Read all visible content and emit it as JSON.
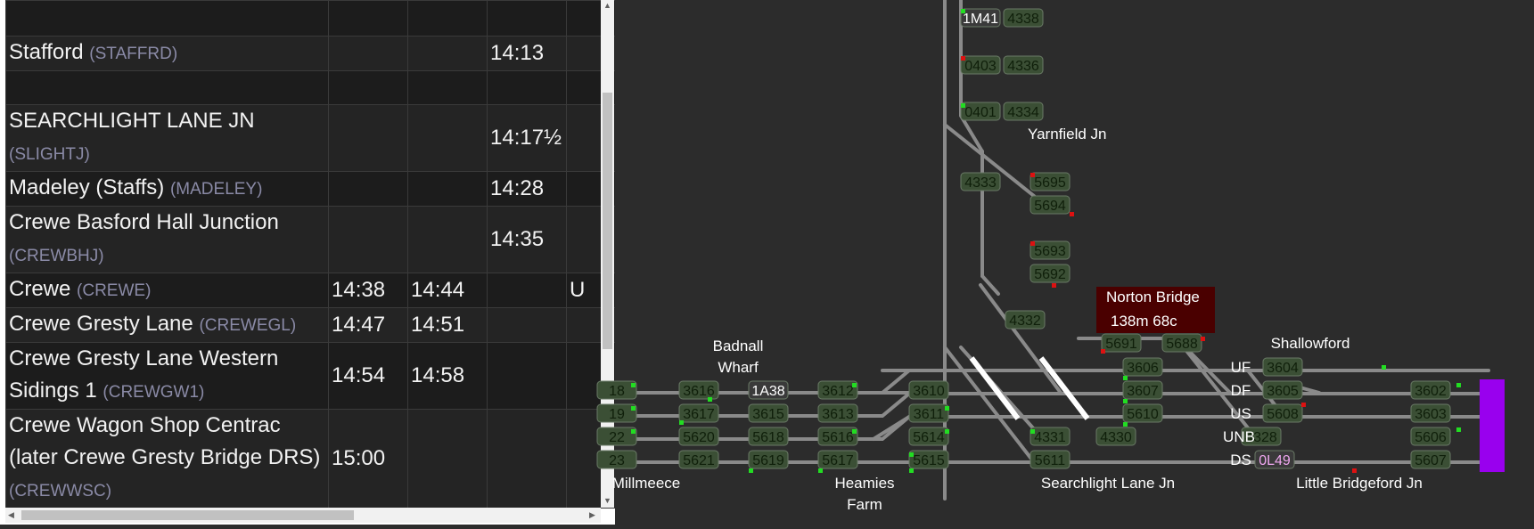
{
  "timetable": {
    "rows": [
      {
        "name": "",
        "code": "",
        "arr": "",
        "dep": "",
        "pass": "",
        "extra": ""
      },
      {
        "name": "Stafford",
        "code": "(STAFFRD)",
        "arr": "",
        "dep": "",
        "pass": "14:13",
        "extra": ""
      },
      {
        "name": "",
        "code": "",
        "arr": "",
        "dep": "",
        "pass": "",
        "extra": ""
      },
      {
        "name": "SEARCHLIGHT LANE JN",
        "code": "(SLIGHTJ)",
        "arr": "",
        "dep": "",
        "pass": "14:17½",
        "extra": ""
      },
      {
        "name": "Madeley (Staffs)",
        "code": "(MADELEY)",
        "arr": "",
        "dep": "",
        "pass": "14:28",
        "extra": ""
      },
      {
        "name": "Crewe Basford Hall Junction",
        "code": "(CREWBHJ)",
        "arr": "",
        "dep": "",
        "pass": "14:35",
        "extra": ""
      },
      {
        "name": "Crewe",
        "code": "(CREWE)",
        "arr": "14:38",
        "dep": "14:44",
        "pass": "",
        "extra": "U"
      },
      {
        "name": "Crewe Gresty Lane",
        "code": "(CREWEGL)",
        "arr": "14:47",
        "dep": "14:51",
        "pass": "",
        "extra": ""
      },
      {
        "name": "Crewe Gresty Lane Western Sidings 1",
        "code": "(CREWGW1)",
        "arr": "14:54",
        "dep": "14:58",
        "pass": "",
        "extra": ""
      },
      {
        "name": "Crewe Wagon Shop Centrac (later Crewe Gresty Bridge DRS)",
        "code": "(CREWWSC)",
        "arr": "15:00",
        "dep": "",
        "pass": "",
        "extra": ""
      }
    ]
  },
  "signalbox": {
    "berths": [
      {
        "id": "1M41",
        "kind": "train"
      },
      {
        "id": "4338",
        "kind": "empty"
      },
      {
        "id": "0403",
        "kind": "empty"
      },
      {
        "id": "4336",
        "kind": "empty"
      },
      {
        "id": "0401",
        "kind": "empty"
      },
      {
        "id": "4334",
        "kind": "empty"
      },
      {
        "id": "4333",
        "kind": "empty"
      },
      {
        "id": "5695",
        "kind": "empty"
      },
      {
        "id": "5694",
        "kind": "empty"
      },
      {
        "id": "5693",
        "kind": "empty"
      },
      {
        "id": "5692",
        "kind": "empty"
      },
      {
        "id": "4332",
        "kind": "empty"
      },
      {
        "id": "5691",
        "kind": "empty"
      },
      {
        "id": "5688",
        "kind": "empty"
      },
      {
        "id": "3606",
        "kind": "empty"
      },
      {
        "id": "3604",
        "kind": "empty"
      },
      {
        "id": "3607",
        "kind": "empty"
      },
      {
        "id": "3605",
        "kind": "empty"
      },
      {
        "id": "5610",
        "kind": "empty"
      },
      {
        "id": "5608",
        "kind": "empty"
      },
      {
        "id": "4331",
        "kind": "empty"
      },
      {
        "id": "4330",
        "kind": "empty"
      },
      {
        "id": "4328",
        "kind": "empty"
      },
      {
        "id": "5611",
        "kind": "empty"
      },
      {
        "id": "0L49",
        "kind": "train-pink"
      },
      {
        "id": "3602",
        "kind": "empty"
      },
      {
        "id": "3603",
        "kind": "empty"
      },
      {
        "id": "5606",
        "kind": "empty"
      },
      {
        "id": "5607",
        "kind": "empty"
      },
      {
        "id": "18",
        "kind": "empty"
      },
      {
        "id": "3616",
        "kind": "empty"
      },
      {
        "id": "1A38",
        "kind": "train"
      },
      {
        "id": "3612",
        "kind": "empty"
      },
      {
        "id": "3610",
        "kind": "empty"
      },
      {
        "id": "19",
        "kind": "empty"
      },
      {
        "id": "3617",
        "kind": "empty"
      },
      {
        "id": "3615",
        "kind": "empty"
      },
      {
        "id": "3613",
        "kind": "empty"
      },
      {
        "id": "3611",
        "kind": "empty"
      },
      {
        "id": "22",
        "kind": "empty"
      },
      {
        "id": "5620",
        "kind": "empty"
      },
      {
        "id": "5618",
        "kind": "empty"
      },
      {
        "id": "5616",
        "kind": "empty"
      },
      {
        "id": "5614",
        "kind": "empty"
      },
      {
        "id": "23",
        "kind": "empty"
      },
      {
        "id": "5621",
        "kind": "empty"
      },
      {
        "id": "5619",
        "kind": "empty"
      },
      {
        "id": "5617",
        "kind": "empty"
      },
      {
        "id": "5615",
        "kind": "empty"
      }
    ],
    "labels": {
      "yarnfield": "Yarnfield Jn",
      "badnall1": "Badnall",
      "badnall2": "Wharf",
      "shallowford": "Shallowford",
      "millmeece": "Millmeece",
      "heamies1": "Heamies",
      "heamies2": "Farm",
      "searchlight": "Searchlight Lane Jn",
      "littlebridgeford": "Little Bridgeford Jn",
      "uf": "UF",
      "df": "DF",
      "us": "US",
      "unb": "UNB",
      "ds": "DS"
    },
    "tooltip": {
      "title": "Norton Bridge",
      "subtitle": "138m 68c"
    },
    "colors": {
      "berth_fill": "#3b4f35",
      "berth_text": "#0f1f0a",
      "train_text": "#ffffff",
      "train_pink": "#f0a8f0",
      "track": "#8a8a8a",
      "signal_green": "#22dd22",
      "signal_red": "#dd1111",
      "tooltip_bg": "#4a0000",
      "boundary": "#9900ee"
    }
  }
}
